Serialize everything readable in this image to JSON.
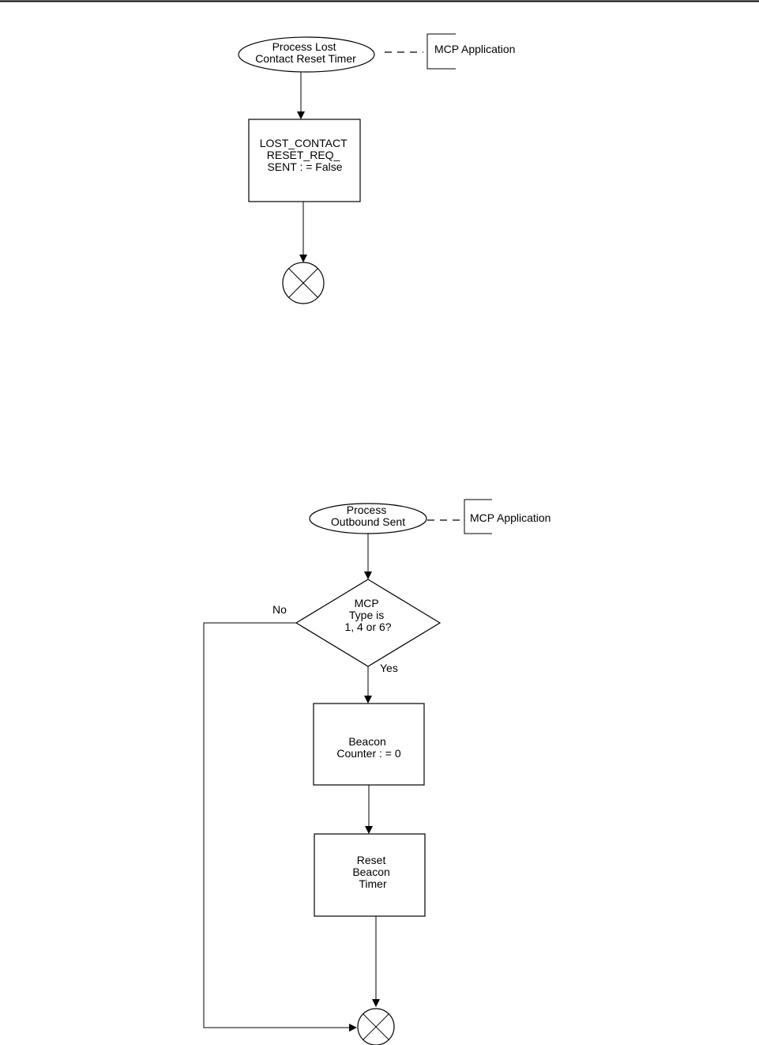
{
  "flowchart_1": {
    "start_label": [
      "Process Lost",
      "Contact Reset Timer"
    ],
    "annotation": "MCP Application",
    "process_label": [
      "LOST_CONTACT",
      "RESET_REQ_",
      "SENT : = False"
    ]
  },
  "flowchart_2": {
    "start_label": [
      "Process",
      "Outbound Sent"
    ],
    "annotation": "MCP Application",
    "decision_label": [
      "MCP",
      "Type is",
      "1, 4 or 6?"
    ],
    "no_label": "No",
    "yes_label": "Yes",
    "process_1_label": [
      "Beacon",
      "Counter : = 0"
    ],
    "process_2_label": [
      "Reset",
      "Beacon",
      "Timer"
    ]
  }
}
